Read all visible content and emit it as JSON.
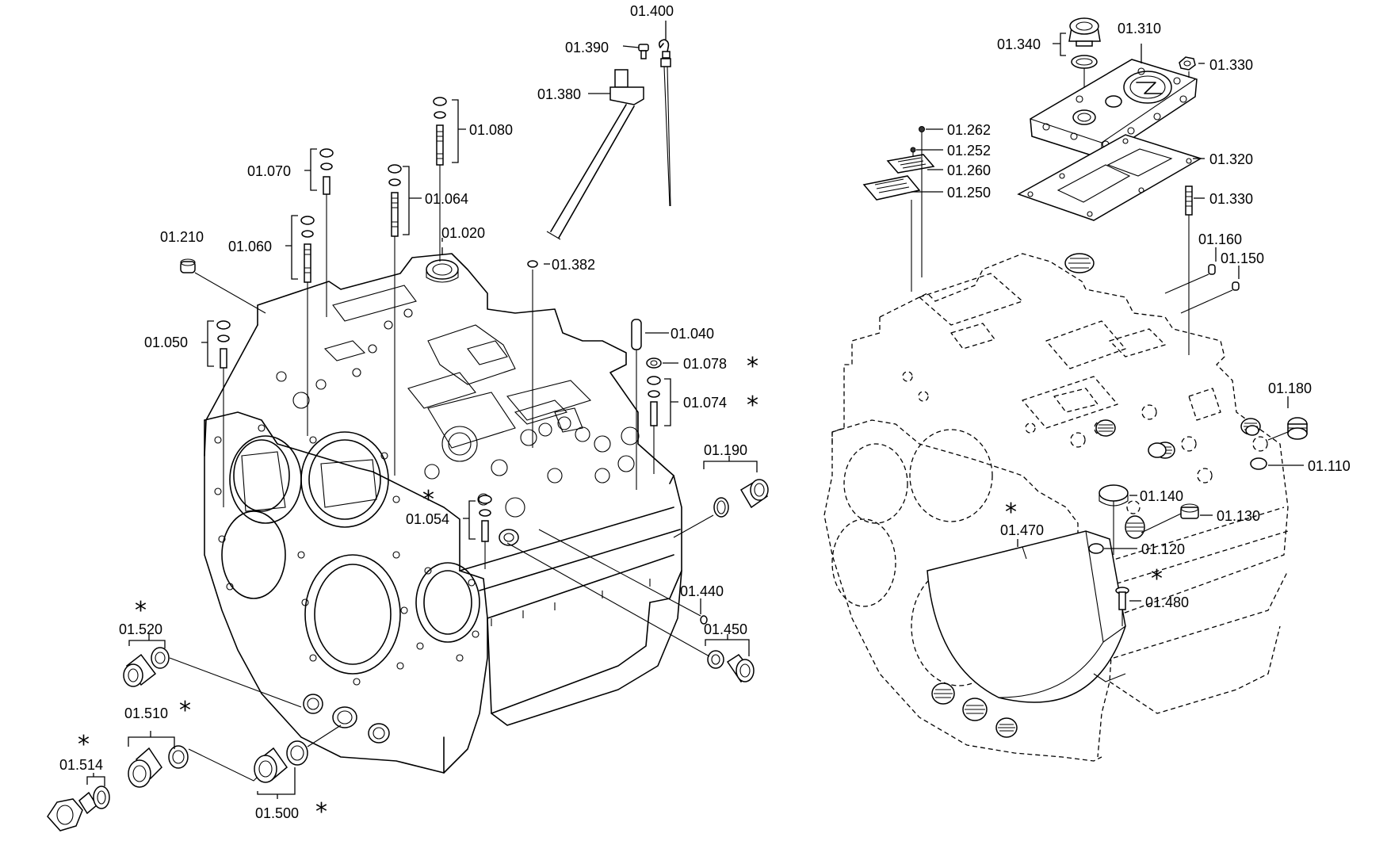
{
  "diagram": {
    "left_view": {
      "labels": {
        "p01_400": "01.400",
        "p01_390": "01.390",
        "p01_380": "01.380",
        "p01_080": "01.080",
        "p01_070": "01.070",
        "p01_064": "01.064",
        "p01_020": "01.020",
        "p01_210": "01.210",
        "p01_060": "01.060",
        "p01_382": "01.382",
        "p01_050": "01.050",
        "p01_040": "01.040",
        "p01_078": "01.078",
        "p01_074": "01.074",
        "p01_190": "01.190",
        "p01_054": "01.054",
        "p01_440": "01.440",
        "p01_450": "01.450",
        "p01_520": "01.520",
        "p01_510": "01.510",
        "p01_514": "01.514",
        "p01_500": "01.500"
      }
    },
    "right_view": {
      "labels": {
        "p01_340": "01.340",
        "p01_310": "01.310",
        "p01_330a": "01.330",
        "p01_262": "01.262",
        "p01_252": "01.252",
        "p01_260": "01.260",
        "p01_250": "01.250",
        "p01_320": "01.320",
        "p01_330b": "01.330",
        "p01_160": "01.160",
        "p01_150": "01.150",
        "p01_180": "01.180",
        "p01_110": "01.110",
        "p01_140": "01.140",
        "p01_130": "01.130",
        "p01_470": "01.470",
        "p01_120": "01.120",
        "p01_480": "01.480"
      }
    },
    "asterisk": "*"
  }
}
